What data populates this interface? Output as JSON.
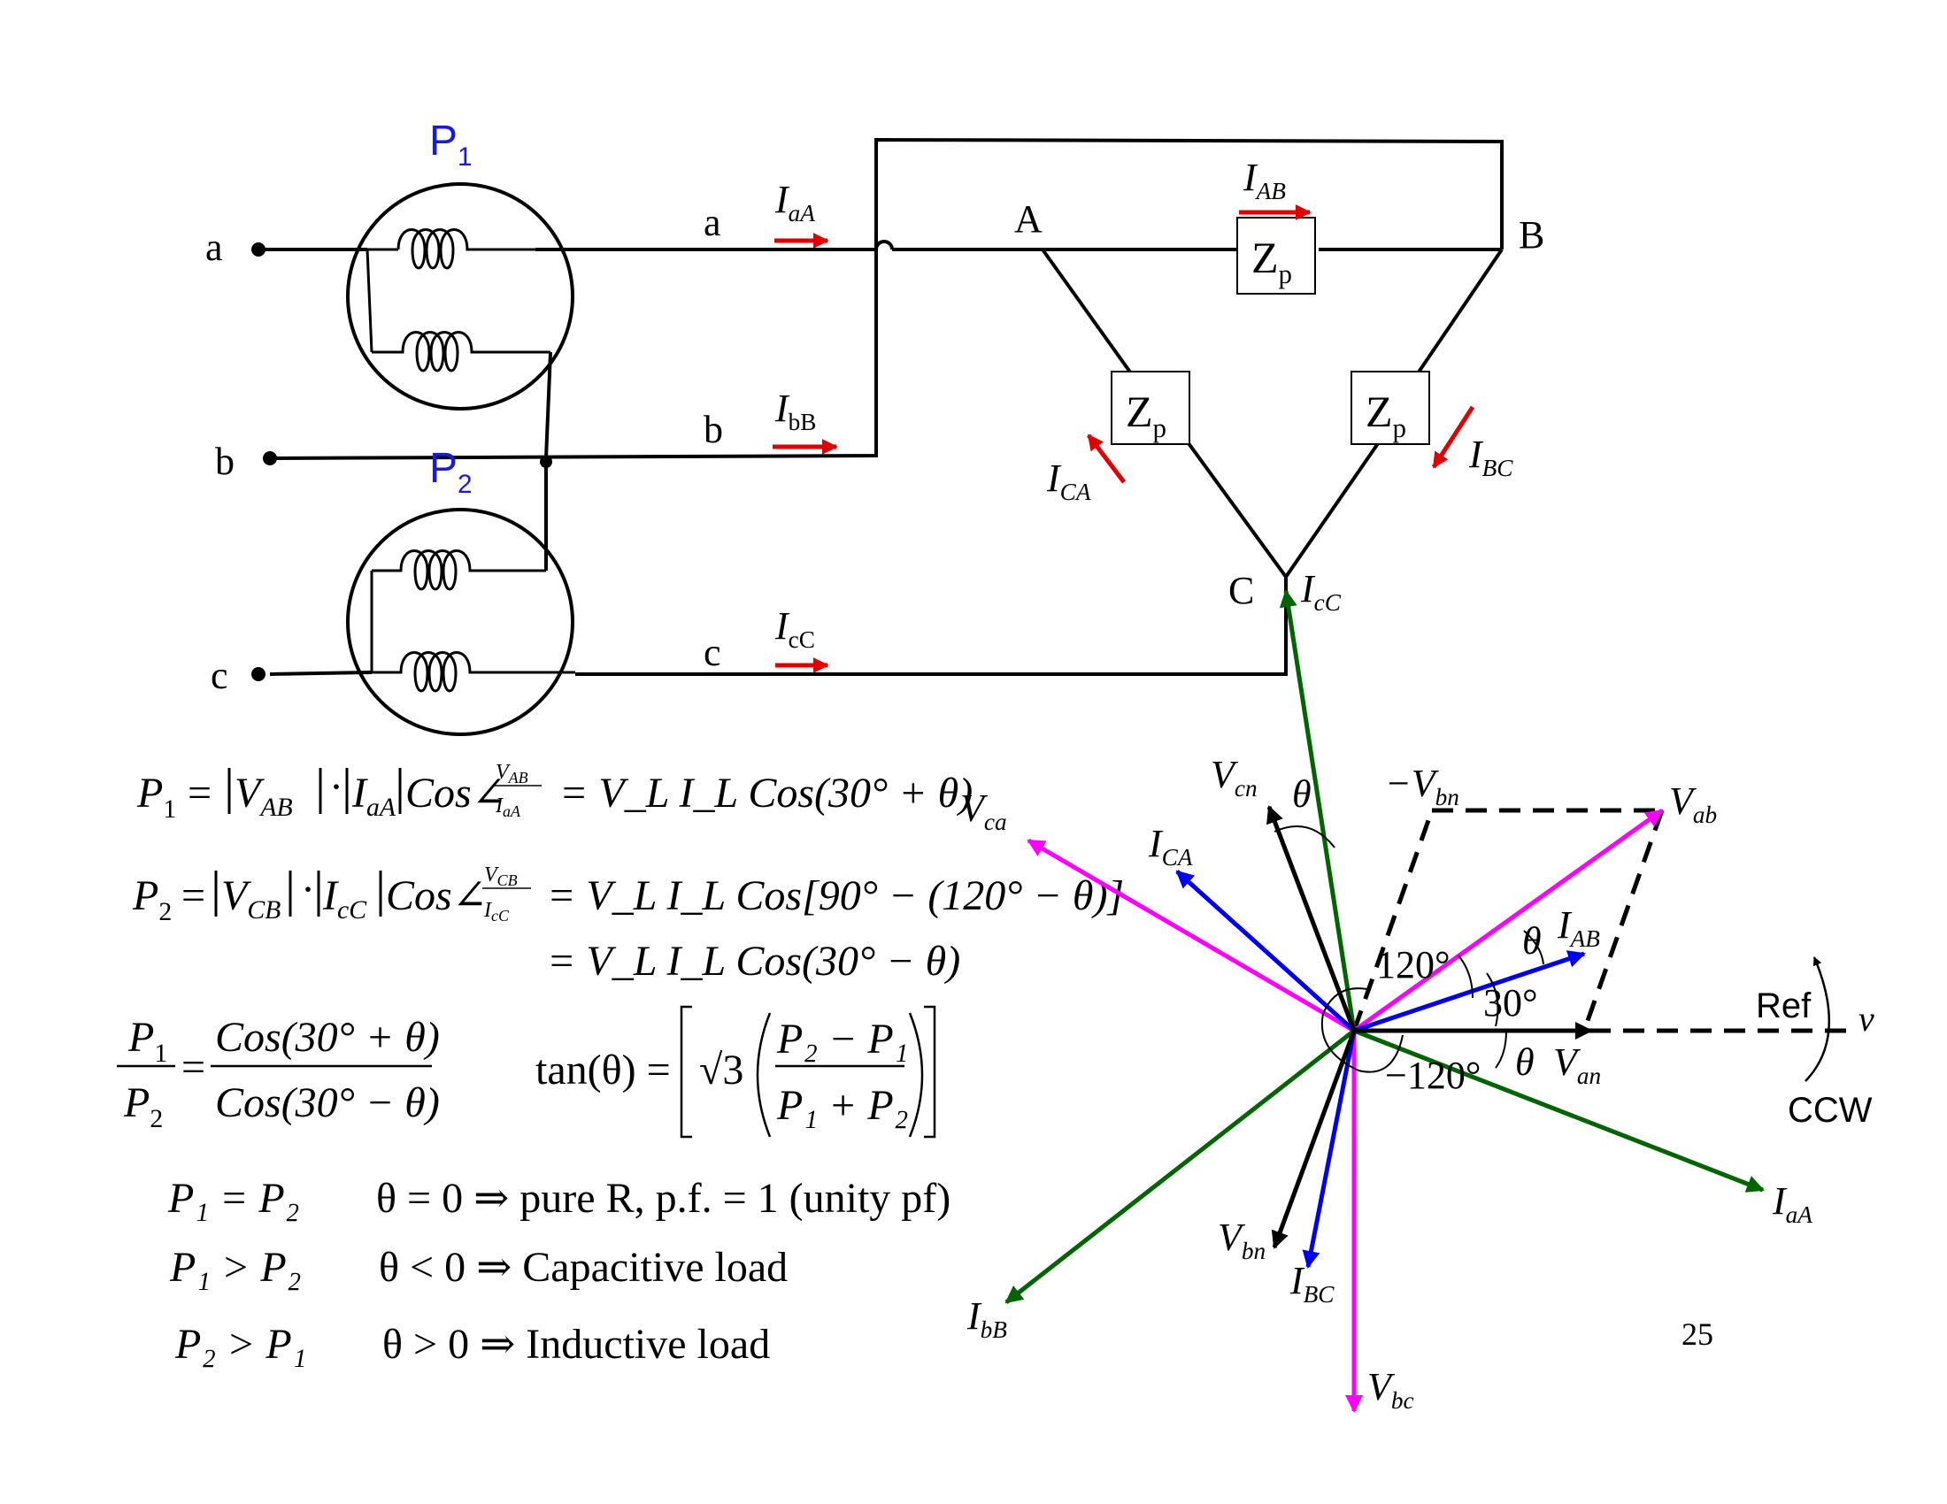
{
  "colors": {
    "wire": "#000000",
    "current_arrow": "#e00000",
    "meter_label": "#1a1adc",
    "voltage_phasor": "#ff00ff",
    "current_phasor_delta": "#0000ee",
    "current_phasor_line": "#006400",
    "phase_voltage": "#000000"
  },
  "circuit": {
    "meter1_label": {
      "main": "P",
      "sub": "1"
    },
    "meter2_label": {
      "main": "P",
      "sub": "2"
    },
    "terminals_left": [
      "a",
      "b",
      "c"
    ],
    "line_labels": [
      "a",
      "b",
      "c"
    ],
    "line_currents": [
      {
        "main": "I",
        "sub": "aA"
      },
      {
        "main": "I",
        "sub": "bB"
      },
      {
        "main": "I",
        "sub": "cC"
      }
    ],
    "nodes": [
      "A",
      "B",
      "C"
    ],
    "impedance": {
      "main": "Z",
      "sub": "p"
    },
    "phase_currents": [
      {
        "main": "I",
        "sub": "AB"
      },
      {
        "main": "I",
        "sub": "BC"
      },
      {
        "main": "I",
        "sub": "CA"
      }
    ],
    "node_c_current": {
      "main": "I",
      "sub": "cC"
    }
  },
  "equations": {
    "p1_lhs": "P",
    "p1_sub": "1",
    "p1_rhs": "= V_L I_L Cos(30° + θ)",
    "p2_rhs": "= V_L I_L Cos[90° − (120° − θ)]",
    "p2_rhs2": "= V_L I_L Cos(30° − θ)",
    "cos_30_plus": "Cos(30° + θ)",
    "cos_30_minus": "Cos(30° − θ)",
    "tan_lhs": "tan(θ) =",
    "sqrt3": "√3",
    "p2_minus_p1": "P₂ − P₁",
    "p1_plus_p2": "P₁ + P₂",
    "cases": [
      {
        "condition": "P₁ = P₂",
        "result": "θ = 0 ⇒ pure R, p.f. = 1 (unity pf)"
      },
      {
        "condition": "P₁ > P₂",
        "result": "θ < 0 ⇒ Capacitive load"
      },
      {
        "condition": "P₂ > P₁",
        "result": "θ > 0 ⇒ Inductive load"
      }
    ]
  },
  "phasor": {
    "labels": {
      "vab": {
        "main": "V",
        "sub": "ab"
      },
      "vbc": {
        "main": "V",
        "sub": "bc"
      },
      "vca": {
        "main": "V",
        "sub": "ca"
      },
      "van": {
        "main": "V",
        "sub": "an"
      },
      "vbn": {
        "main": "V",
        "sub": "bn"
      },
      "vcn": {
        "main": "V",
        "sub": "cn"
      },
      "neg_vbn": {
        "main": "−V",
        "sub": "bn"
      },
      "iab": {
        "main": "I",
        "sub": "AB"
      },
      "ibc": {
        "main": "I",
        "sub": "BC"
      },
      "ica": {
        "main": "I",
        "sub": "CA"
      },
      "iaa": {
        "main": "I",
        "sub": "aA"
      },
      "ibb": {
        "main": "I",
        "sub": "bB"
      }
    },
    "angles": {
      "a120": "120°",
      "a30": "30°",
      "m120": "−120°",
      "theta": "θ"
    },
    "ref_label": "Ref",
    "ccw_label": "CCW",
    "edge_glyph": "v"
  },
  "page_number": "25"
}
